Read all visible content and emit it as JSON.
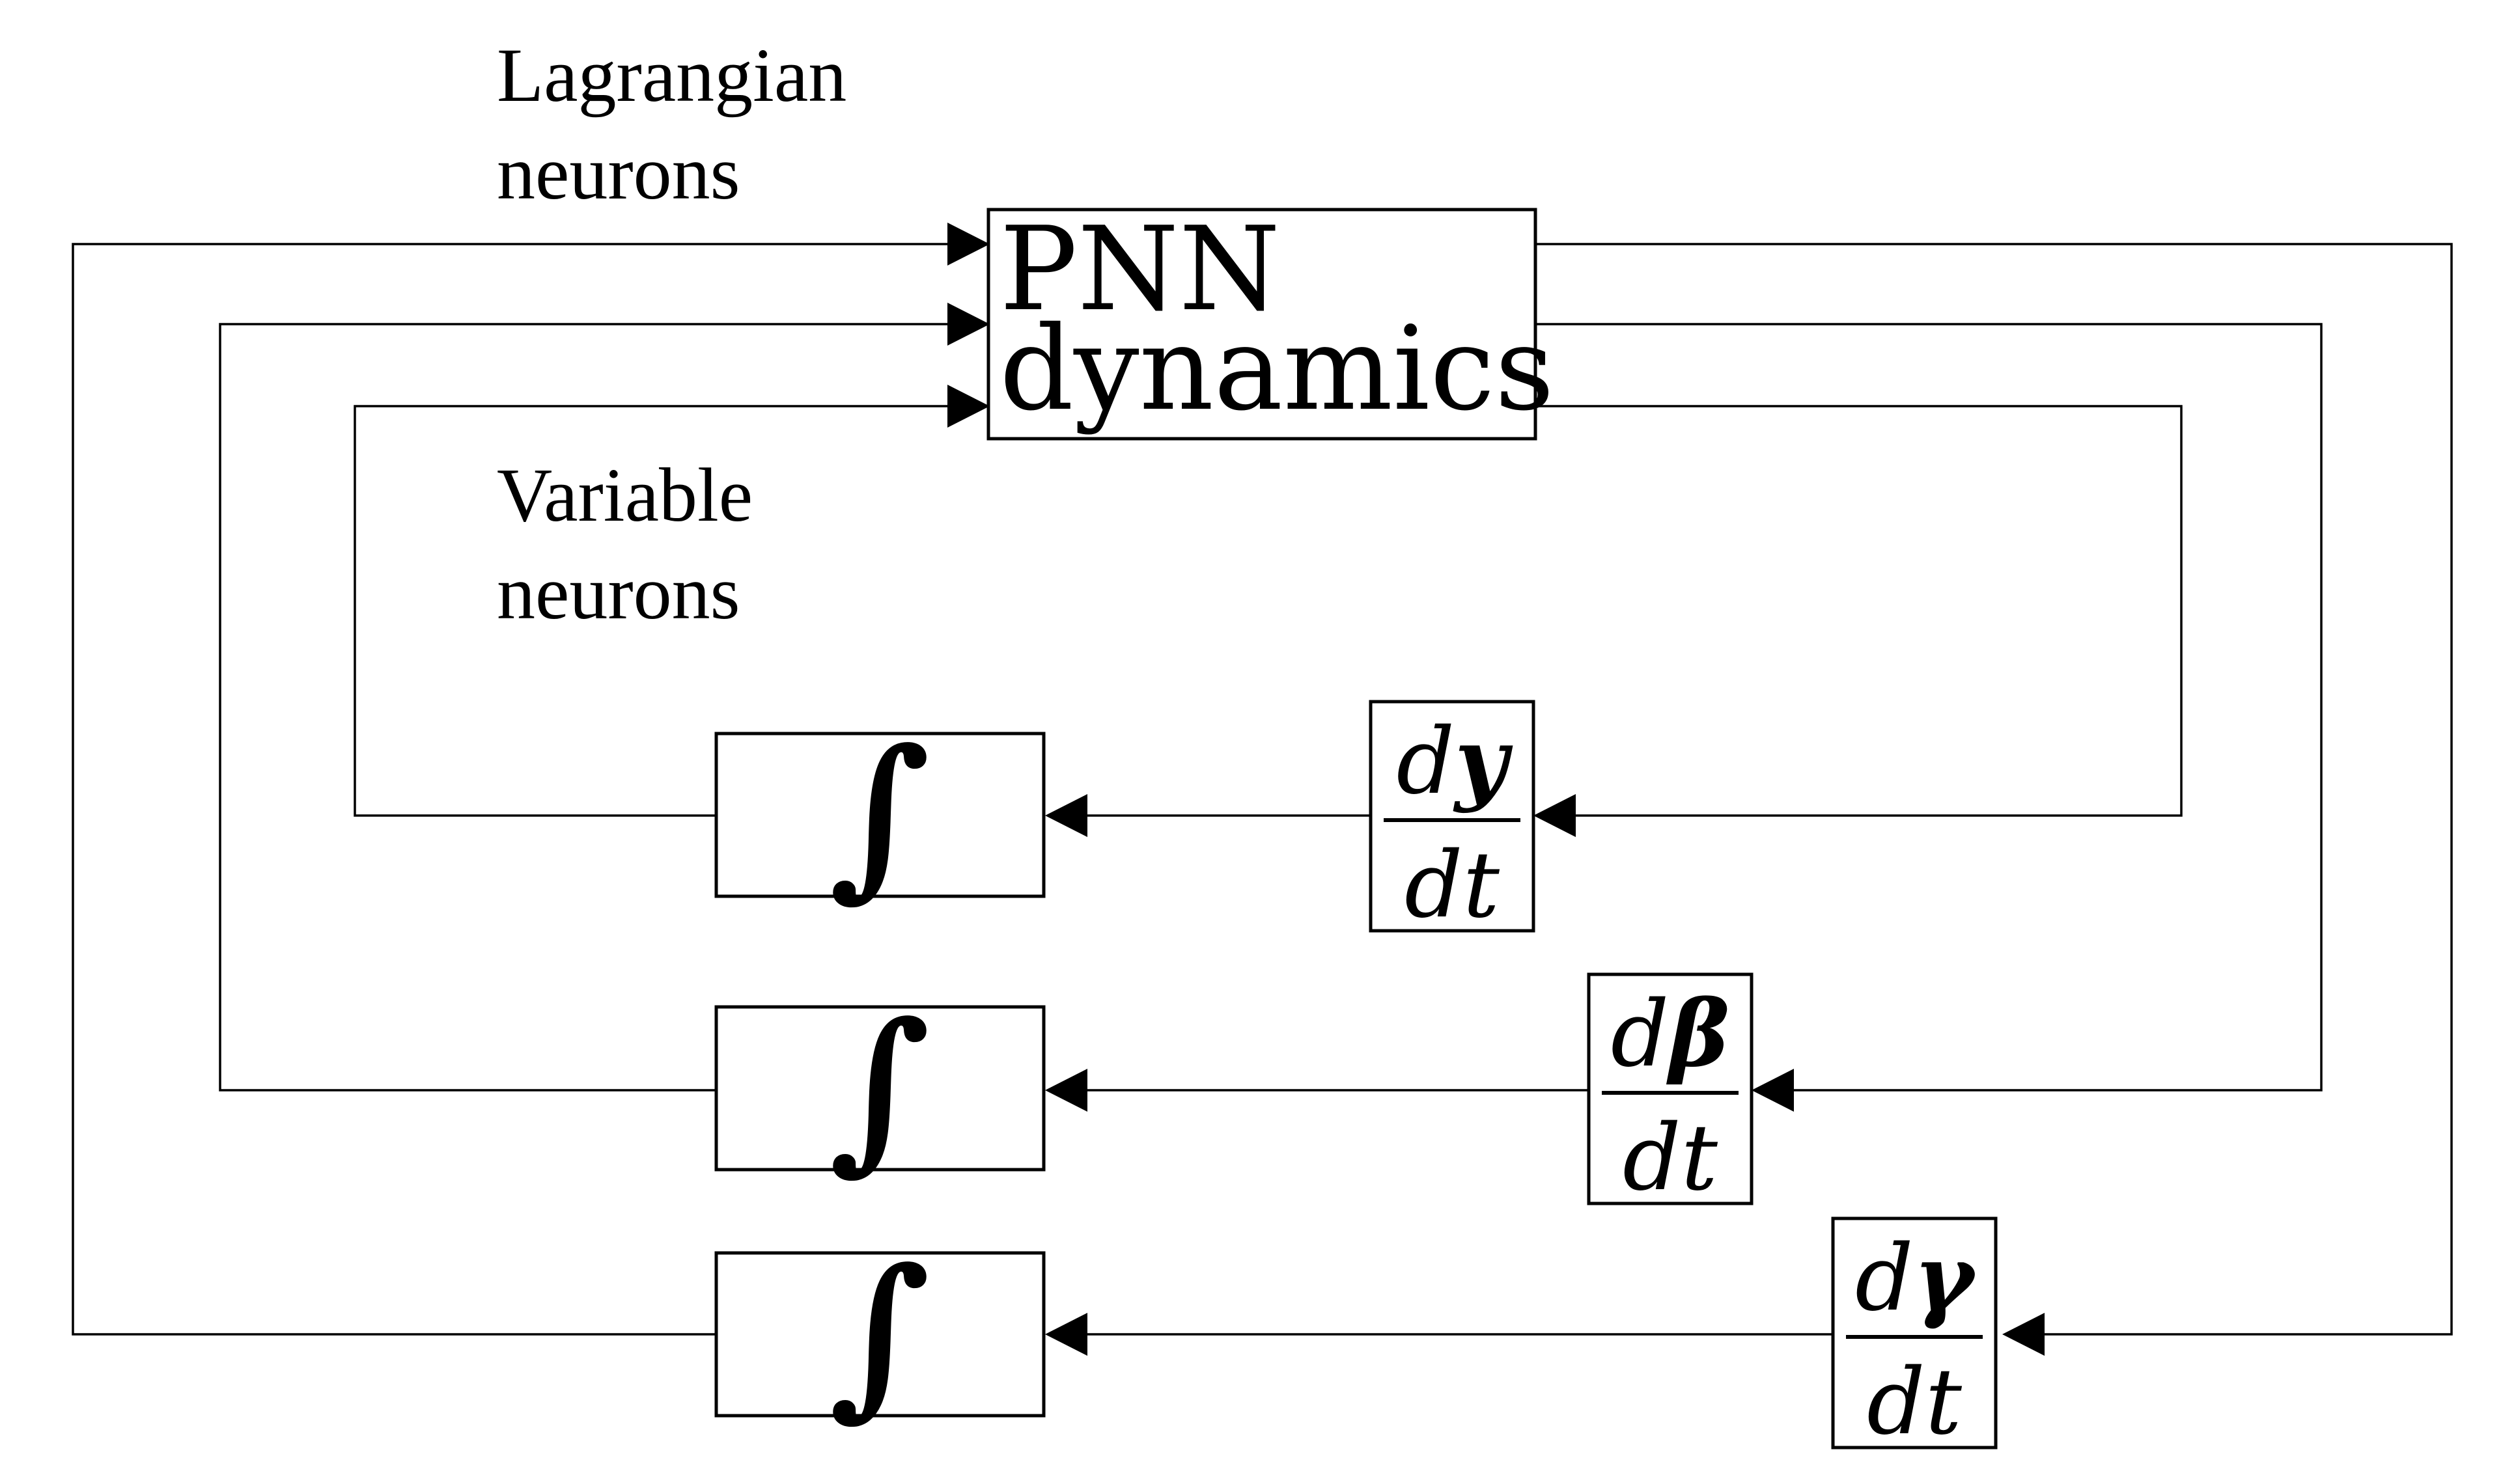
{
  "labels": {
    "lagrangian_line1": "Lagrangian",
    "lagrangian_line2": "neurons",
    "variable_line1": "Variable",
    "variable_line2": "neurons"
  },
  "pnn_block": {
    "line1": "PNN",
    "line2": "dynamics"
  },
  "integrator_symbol": "∫",
  "derivatives": [
    {
      "numerator_d": "d",
      "symbol": "y",
      "denominator": "dt"
    },
    {
      "numerator_d": "d",
      "symbol": "β",
      "denominator": "dt"
    },
    {
      "numerator_d": "d",
      "symbol": "γ",
      "denominator": "dt"
    }
  ]
}
